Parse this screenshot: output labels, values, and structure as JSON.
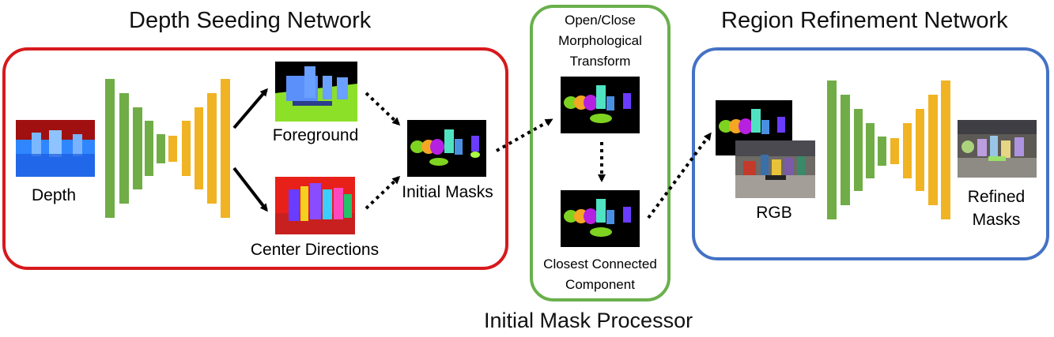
{
  "colors": {
    "depth_network_border": "#d7191c",
    "processor_border": "#6ab04c",
    "refinement_border": "#4472c4",
    "encoder_bar": "#70ad47",
    "decoder_bar": "#f0b323",
    "arrow": "#000000"
  },
  "depth_seeding": {
    "title": "Depth Seeding Network",
    "depth_label": "Depth",
    "foreground_label": "Foreground",
    "center_label": "Center Directions",
    "initial_masks_label": "Initial Masks"
  },
  "processor": {
    "title": "Initial Mask Processor",
    "top_label_line1": "Open/Close",
    "top_label_line2": "Morphological",
    "top_label_line3": "Transform",
    "bottom_label_line1": "Closest Connected",
    "bottom_label_line2": "Component"
  },
  "refinement": {
    "title": "Region Refinement Network",
    "rgb_label": "RGB",
    "refined_label_line1": "Refined",
    "refined_label_line2": "Masks"
  }
}
